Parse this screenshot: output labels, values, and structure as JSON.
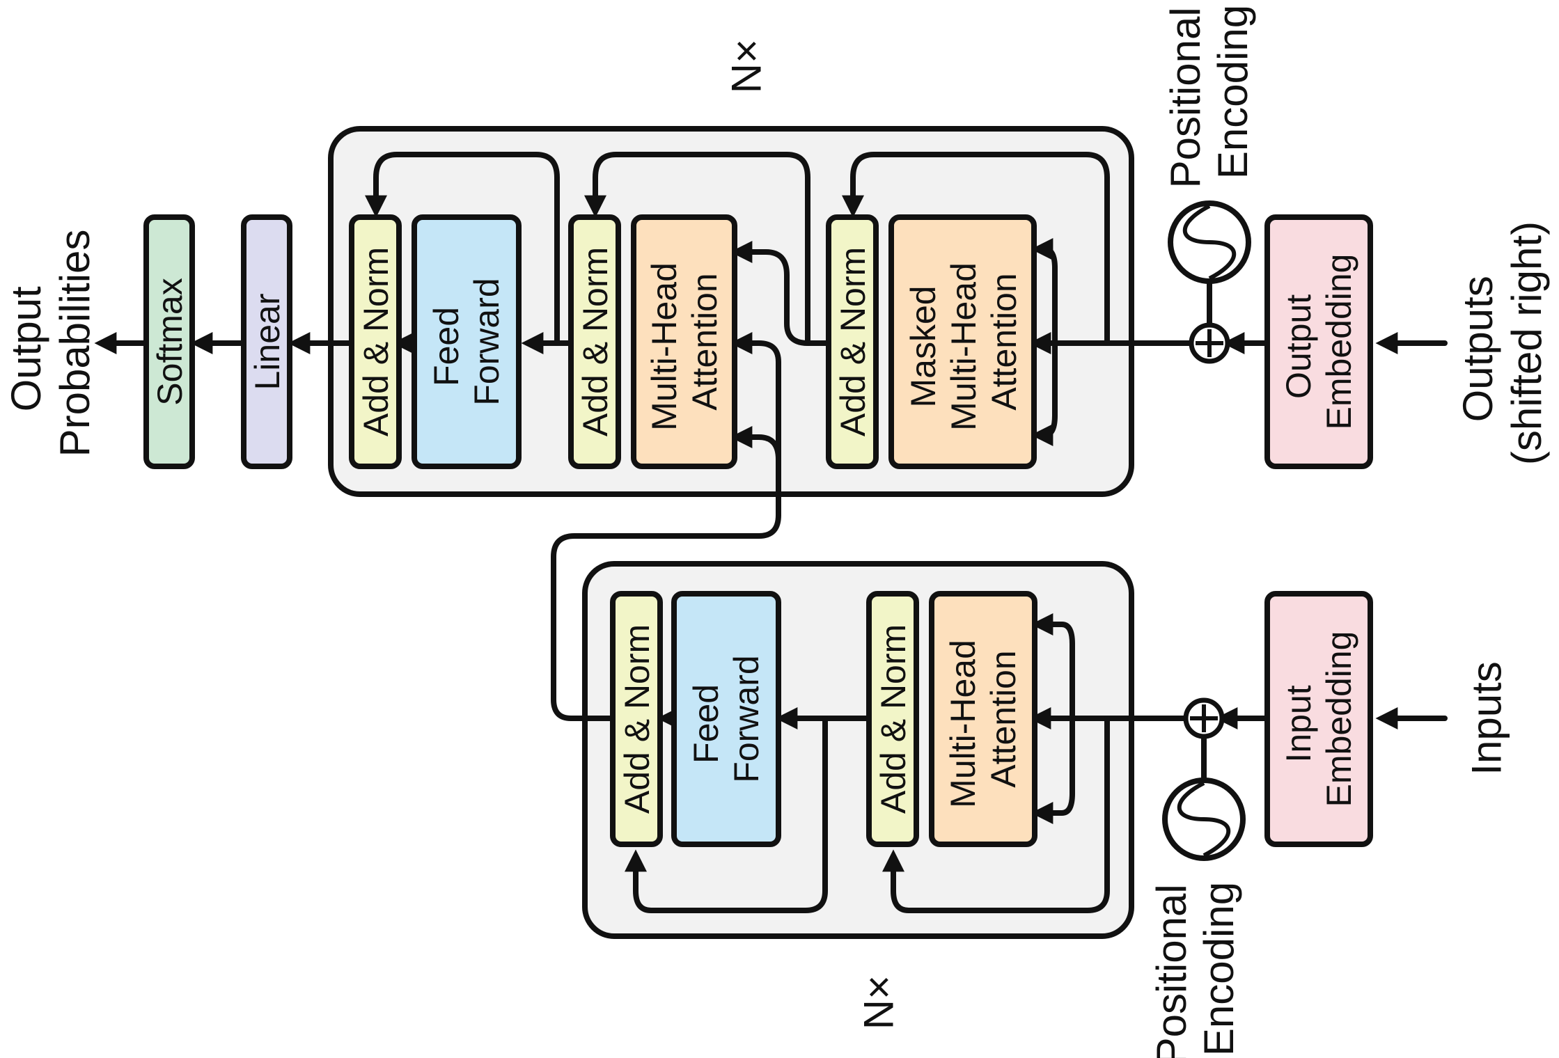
{
  "labels": {
    "output_probabilities": [
      "Output",
      "Probabilities"
    ],
    "softmax": "Softmax",
    "linear": "Linear",
    "add_norm": "Add & Norm",
    "feed_forward": [
      "Feed",
      "Forward"
    ],
    "multi_head_attention": [
      "Multi-Head",
      "Attention"
    ],
    "masked_multi_head_attention": [
      "Masked",
      "Multi-Head",
      "Attention"
    ],
    "output_embedding": [
      "Output",
      "Embedding"
    ],
    "input_embedding": [
      "Input",
      "Embedding"
    ],
    "positional_encoding": [
      "Positional",
      "Encoding"
    ],
    "outputs": [
      "Outputs",
      "(shifted right)"
    ],
    "inputs": "Inputs",
    "nx": "N×"
  },
  "colors": {
    "softmax": "#cde8d4",
    "linear": "#dcdcf0",
    "add_norm": "#f2f5c8",
    "feed_forward": "#c5e6f7",
    "attention": "#fde0bd",
    "embedding": "#f9dce0",
    "frame": "#f2f2f2",
    "stroke": "#111111"
  }
}
